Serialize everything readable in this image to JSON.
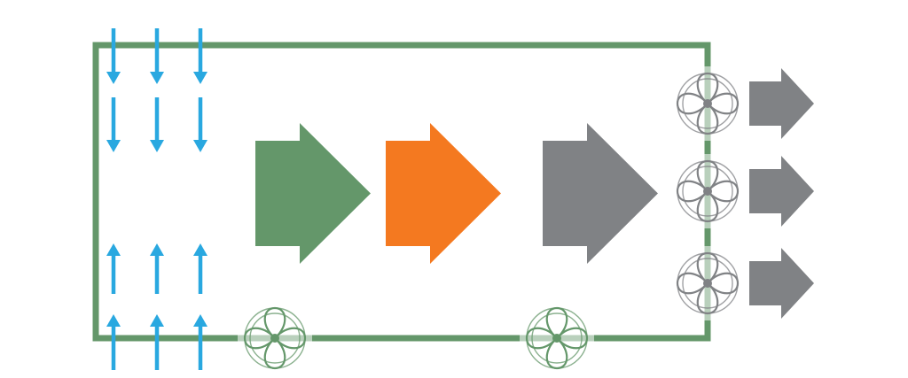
{
  "colors": {
    "enclosure": "#64976a",
    "inflow": "#29a8e0",
    "stage_green": "#64976a",
    "stage_orange": "#f47920",
    "stage_gray": "#808285",
    "exhaust": "#808285",
    "fan_bottom": "#64976a",
    "fan_right": "#808285",
    "background": "#ffffff"
  },
  "diagram": {
    "enclosure": {
      "shape": "rectangle",
      "outline": true
    },
    "inflow_columns": 3,
    "inflow": [
      {
        "side": "top",
        "direction": "down",
        "arrows_per_column": 2
      },
      {
        "side": "bottom",
        "direction": "up",
        "arrows_per_column": 2
      }
    ],
    "stages": [
      {
        "id": "stage-1",
        "color_key": "stage_green",
        "direction": "right"
      },
      {
        "id": "stage-2",
        "color_key": "stage_orange",
        "direction": "right"
      },
      {
        "id": "stage-3",
        "color_key": "stage_gray",
        "direction": "right"
      }
    ],
    "fans": [
      {
        "id": "fan-bottom-left",
        "edge": "bottom",
        "color_key": "fan_bottom"
      },
      {
        "id": "fan-bottom-right",
        "edge": "bottom",
        "color_key": "fan_bottom"
      },
      {
        "id": "fan-right-top",
        "edge": "right",
        "color_key": "fan_right"
      },
      {
        "id": "fan-right-middle",
        "edge": "right",
        "color_key": "fan_right"
      },
      {
        "id": "fan-right-bottom",
        "edge": "right",
        "color_key": "fan_right"
      }
    ],
    "exhaust_arrows": 3
  }
}
